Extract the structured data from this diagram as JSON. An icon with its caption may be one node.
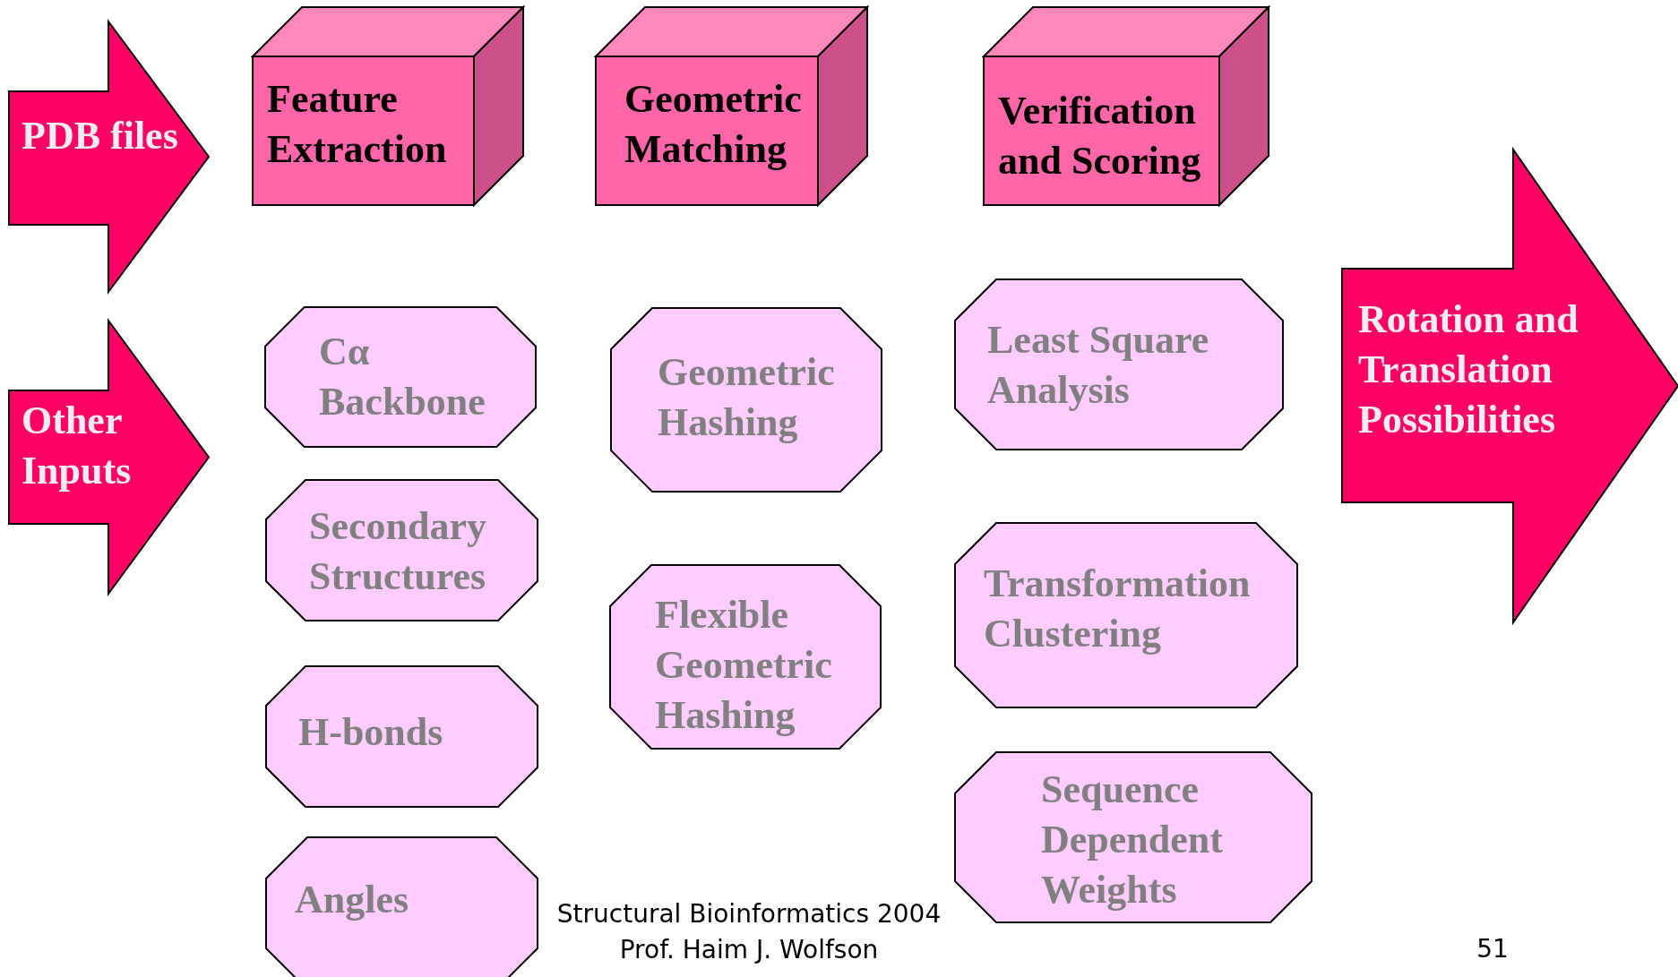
{
  "diagram": {
    "nodes": [
      {
        "text": [
          "PDB files"
        ]
      },
      {
        "text": [
          "Other Inputs"
        ]
      },
      {
        "text": [
          "Feature Extraction"
        ]
      },
      {
        "text": [
          "Cα Backbone"
        ]
      },
      {
        "text": [
          "Secondary Structures"
        ]
      },
      {
        "text": [
          "H-bonds"
        ]
      },
      {
        "text": [
          "Angles"
        ]
      },
      {
        "text": [
          "Geometric Matching"
        ]
      },
      {
        "text": [
          "Geometric Hashing"
        ]
      },
      {
        "text": [
          "Flexible Geometric Hashing"
        ]
      },
      {
        "text": [
          "Verification and Scoring"
        ]
      },
      {
        "text": [
          "Least Square Analysis"
        ]
      },
      {
        "text": [
          "Transformation Clustering"
        ]
      },
      {
        "text": [
          "Sequence Dependent Weights"
        ]
      },
      {
        "text": [
          "Rotation and Translation Possibilities"
        ]
      }
    ],
    "labels": [
      "Structural Bioinformatics 2004",
      "Prof. Haim J. Wolfson",
      "51"
    ]
  }
}
